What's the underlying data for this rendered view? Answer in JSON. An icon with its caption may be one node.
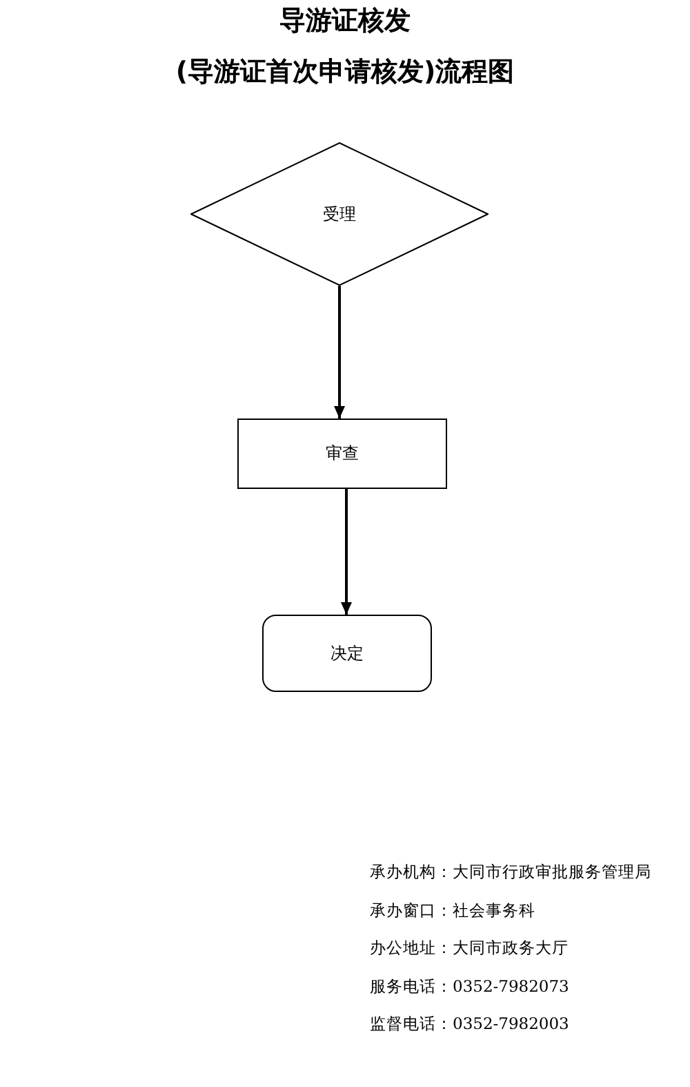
{
  "diagram": {
    "title": "导游证核发",
    "nodes": [
      {
        "text": [
          "受理"
        ]
      },
      {
        "text": [
          "审查"
        ]
      },
      {
        "text": [
          "决定"
        ]
      }
    ],
    "edges": [
      {
        "from": 0,
        "to": 1,
        "arrow": "to"
      },
      {
        "from": 1,
        "to": 2,
        "arrow": "to"
      }
    ],
    "labels": [
      "(导游证首次申请核发)流程图",
      "承办机构：大同市行政审批服务管理局",
      "承办窗口：社会事务科",
      "办公地址：大同市政务大厅",
      "服务电话：0352-7982073",
      "监督电话：0352-7982003"
    ]
  }
}
